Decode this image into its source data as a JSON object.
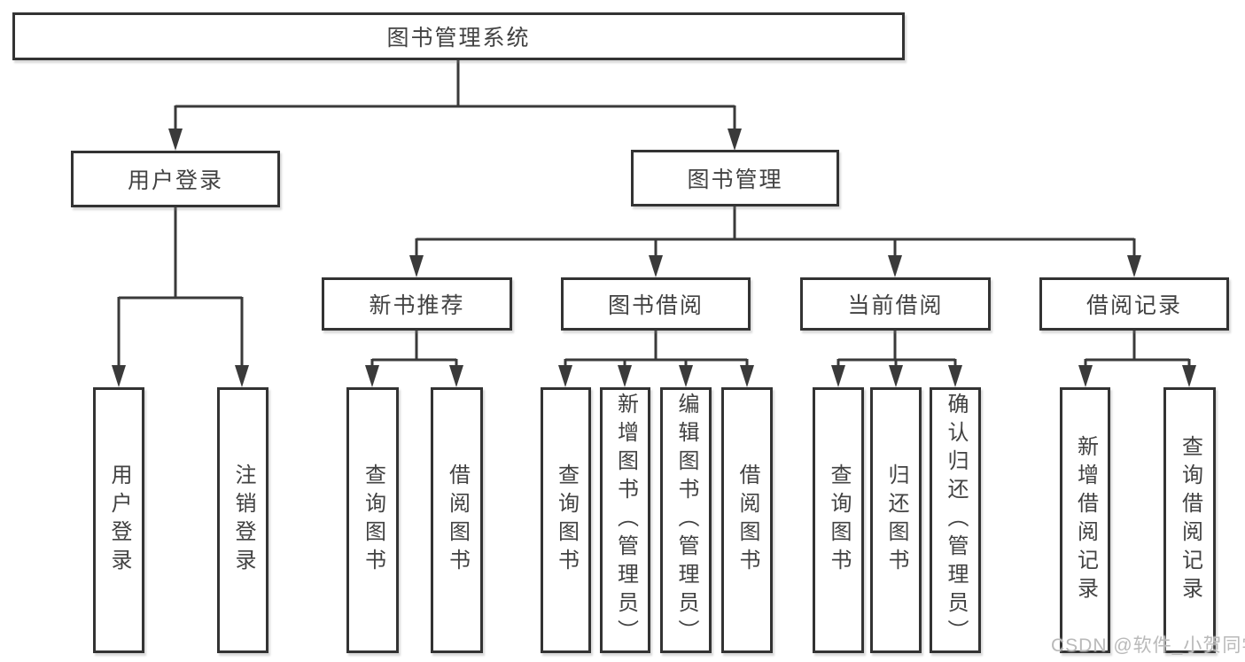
{
  "page": {
    "background": "#ffffff"
  },
  "colors": {
    "line": "#3a3a3a",
    "box_border": "#333333",
    "box_fill": "#ffffff",
    "text": "#424242",
    "watermark_text": "#b9b9b9"
  },
  "tree": {
    "root": {
      "label": "图书管理系统"
    },
    "branches": [
      {
        "label": "用户登录",
        "children": [
          {
            "label": "用户登录"
          },
          {
            "label": "注销登录"
          }
        ]
      },
      {
        "label": "图书管理",
        "children": [
          {
            "label": "新书推荐",
            "children": [
              {
                "label": "查询图书"
              },
              {
                "label": "借阅图书"
              }
            ]
          },
          {
            "label": "图书借阅",
            "children": [
              {
                "label": "查询图书"
              },
              {
                "label": "新增图书（管理员）"
              },
              {
                "label": "编辑图书（管理员）"
              },
              {
                "label": "借阅图书"
              }
            ]
          },
          {
            "label": "当前借阅",
            "children": [
              {
                "label": "查询图书"
              },
              {
                "label": "归还图书"
              },
              {
                "label": "确认归还（管理员）"
              }
            ]
          },
          {
            "label": "借阅记录",
            "children": [
              {
                "label": "新增借阅记录"
              },
              {
                "label": "查询借阅记录"
              }
            ]
          }
        ]
      }
    ]
  },
  "watermark": {
    "text": "CSDN @软件_小贺同学"
  }
}
